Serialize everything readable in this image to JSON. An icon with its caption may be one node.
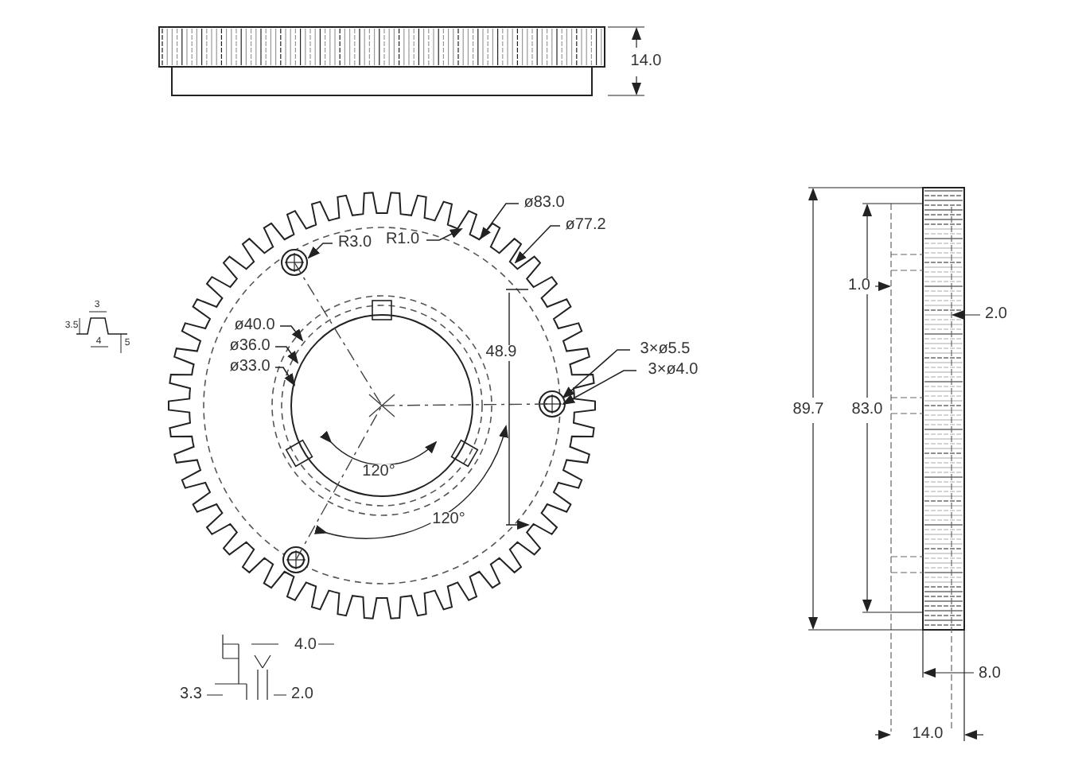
{
  "diagram": {
    "nodes": [
      {
        "text": [
          "ø83.0"
        ]
      },
      {
        "text": [
          "ø77.2"
        ]
      },
      {
        "text": [
          "R1.0"
        ]
      },
      {
        "text": [
          "R3.0"
        ]
      },
      {
        "text": [
          "ø40.0"
        ]
      },
      {
        "text": [
          "ø36.0"
        ]
      },
      {
        "text": [
          "ø33.0"
        ]
      },
      {
        "text": [
          "3×ø5.5"
        ]
      },
      {
        "text": [
          "3×ø4.0"
        ]
      }
    ],
    "edges": [
      {
        "from": 0,
        "to": null,
        "arrow": "to"
      },
      {
        "from": 1,
        "to": null,
        "arrow": "to"
      },
      {
        "from": 2,
        "to": null,
        "arrow": "to"
      },
      {
        "from": 3,
        "to": null,
        "arrow": "to"
      },
      {
        "from": 4,
        "to": null,
        "arrow": "to"
      },
      {
        "from": 5,
        "to": null,
        "arrow": "to"
      },
      {
        "from": 6,
        "to": null,
        "arrow": "to"
      },
      {
        "from": 7,
        "to": null,
        "arrow": "to"
      },
      {
        "from": 8,
        "to": null,
        "arrow": "to"
      }
    ],
    "labels": [
      "14.0",
      "3",
      "3.5",
      "4",
      "5",
      "48.9",
      "120°",
      "120°",
      "4.0",
      "3.3",
      "2.0",
      "1.0",
      "2.0",
      "89.7",
      "83.0",
      "8.0",
      "14.0"
    ]
  }
}
